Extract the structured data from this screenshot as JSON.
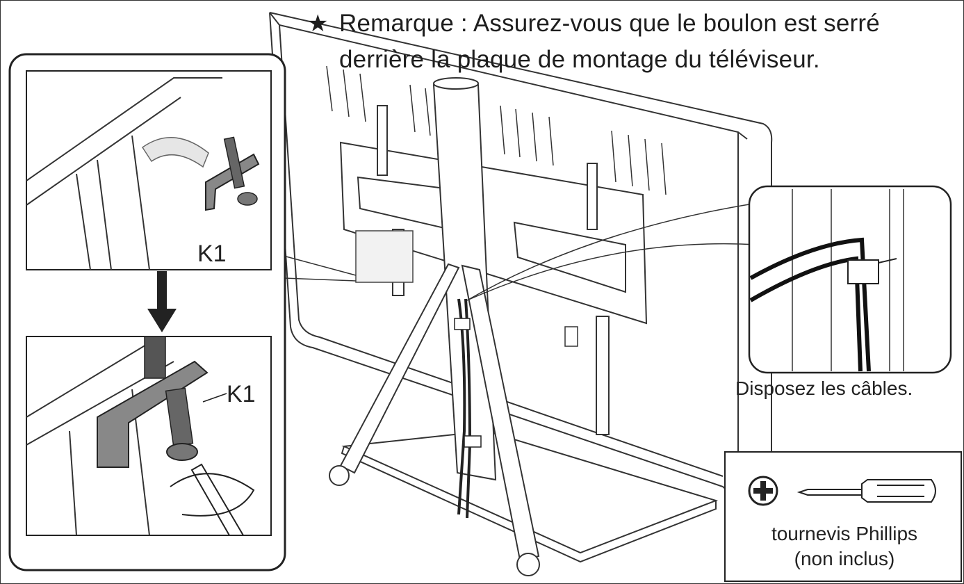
{
  "note": {
    "star_icon": "star-icon",
    "line1": "Remarque : Assurez-vous que le boulon est serré",
    "line2": "derrière la plaque de montage du téléviseur."
  },
  "inset_left": {
    "label_top": "K1",
    "label_bottom": "K1"
  },
  "inset_right": {
    "caption": "Disposez les câbles."
  },
  "tool_box": {
    "icon": "phillips-icon",
    "name": "tournevis Phillips",
    "note": "(non inclus)"
  }
}
